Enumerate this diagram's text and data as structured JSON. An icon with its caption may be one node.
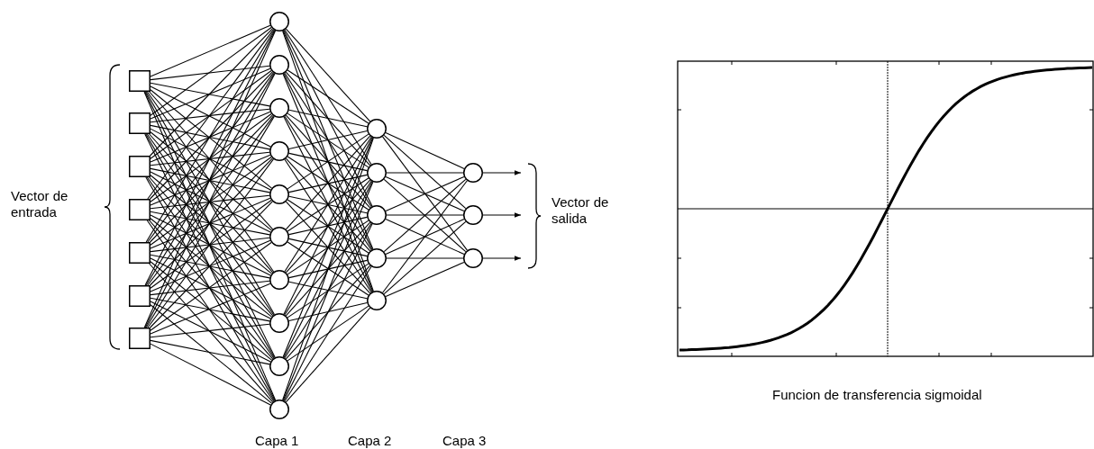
{
  "diagram": {
    "caption": "Funcion de transferencia sigmoidal",
    "nodes": [
      {
        "text": [],
        "shape": "box"
      },
      {
        "text": [],
        "shape": "box"
      },
      {
        "text": [],
        "shape": "box"
      },
      {
        "text": [],
        "shape": "box"
      },
      {
        "text": [],
        "shape": "box"
      },
      {
        "text": [],
        "shape": "box"
      },
      {
        "text": [],
        "shape": "box"
      },
      {
        "text": [],
        "shape": "circle"
      },
      {
        "text": [],
        "shape": "circle"
      },
      {
        "text": [],
        "shape": "circle"
      },
      {
        "text": [],
        "shape": "circle"
      },
      {
        "text": [],
        "shape": "circle"
      },
      {
        "text": [],
        "shape": "circle"
      },
      {
        "text": [],
        "shape": "circle"
      },
      {
        "text": [],
        "shape": "circle"
      },
      {
        "text": [],
        "shape": "circle"
      },
      {
        "text": [],
        "shape": "circle"
      },
      {
        "text": [],
        "shape": "circle"
      },
      {
        "text": [],
        "shape": "circle"
      },
      {
        "text": [],
        "shape": "circle"
      },
      {
        "text": [],
        "shape": "circle"
      },
      {
        "text": [],
        "shape": "circle"
      },
      {
        "text": [],
        "shape": "circle"
      },
      {
        "text": [],
        "shape": "circle"
      },
      {
        "text": [],
        "shape": "circle"
      }
    ],
    "edges": [
      {
        "from": 0,
        "to": 7,
        "arrow": "none"
      },
      {
        "from": 0,
        "to": 8,
        "arrow": "none"
      },
      {
        "from": 0,
        "to": 9,
        "arrow": "none"
      },
      {
        "from": 0,
        "to": 10,
        "arrow": "none"
      },
      {
        "from": 0,
        "to": 11,
        "arrow": "none"
      },
      {
        "from": 0,
        "to": 12,
        "arrow": "none"
      },
      {
        "from": 0,
        "to": 13,
        "arrow": "none"
      },
      {
        "from": 0,
        "to": 14,
        "arrow": "none"
      },
      {
        "from": 0,
        "to": 15,
        "arrow": "none"
      },
      {
        "from": 0,
        "to": 16,
        "arrow": "none"
      },
      {
        "from": 1,
        "to": 7,
        "arrow": "none"
      },
      {
        "from": 1,
        "to": 8,
        "arrow": "none"
      },
      {
        "from": 1,
        "to": 9,
        "arrow": "none"
      },
      {
        "from": 1,
        "to": 10,
        "arrow": "none"
      },
      {
        "from": 1,
        "to": 11,
        "arrow": "none"
      },
      {
        "from": 1,
        "to": 12,
        "arrow": "none"
      },
      {
        "from": 1,
        "to": 13,
        "arrow": "none"
      },
      {
        "from": 1,
        "to": 14,
        "arrow": "none"
      },
      {
        "from": 1,
        "to": 15,
        "arrow": "none"
      },
      {
        "from": 1,
        "to": 16,
        "arrow": "none"
      },
      {
        "from": 2,
        "to": 7,
        "arrow": "none"
      },
      {
        "from": 2,
        "to": 8,
        "arrow": "none"
      },
      {
        "from": 2,
        "to": 9,
        "arrow": "none"
      },
      {
        "from": 2,
        "to": 10,
        "arrow": "none"
      },
      {
        "from": 2,
        "to": 11,
        "arrow": "none"
      },
      {
        "from": 2,
        "to": 12,
        "arrow": "none"
      },
      {
        "from": 2,
        "to": 13,
        "arrow": "none"
      },
      {
        "from": 2,
        "to": 14,
        "arrow": "none"
      },
      {
        "from": 2,
        "to": 15,
        "arrow": "none"
      },
      {
        "from": 2,
        "to": 16,
        "arrow": "none"
      },
      {
        "from": 3,
        "to": 7,
        "arrow": "none"
      },
      {
        "from": 3,
        "to": 8,
        "arrow": "none"
      },
      {
        "from": 3,
        "to": 9,
        "arrow": "none"
      },
      {
        "from": 3,
        "to": 10,
        "arrow": "none"
      },
      {
        "from": 3,
        "to": 11,
        "arrow": "none"
      },
      {
        "from": 3,
        "to": 12,
        "arrow": "none"
      },
      {
        "from": 3,
        "to": 13,
        "arrow": "none"
      },
      {
        "from": 3,
        "to": 14,
        "arrow": "none"
      },
      {
        "from": 3,
        "to": 15,
        "arrow": "none"
      },
      {
        "from": 3,
        "to": 16,
        "arrow": "none"
      },
      {
        "from": 4,
        "to": 7,
        "arrow": "none"
      },
      {
        "from": 4,
        "to": 8,
        "arrow": "none"
      },
      {
        "from": 4,
        "to": 9,
        "arrow": "none"
      },
      {
        "from": 4,
        "to": 10,
        "arrow": "none"
      },
      {
        "from": 4,
        "to": 11,
        "arrow": "none"
      },
      {
        "from": 4,
        "to": 12,
        "arrow": "none"
      },
      {
        "from": 4,
        "to": 13,
        "arrow": "none"
      },
      {
        "from": 4,
        "to": 14,
        "arrow": "none"
      },
      {
        "from": 4,
        "to": 15,
        "arrow": "none"
      },
      {
        "from": 4,
        "to": 16,
        "arrow": "none"
      },
      {
        "from": 5,
        "to": 7,
        "arrow": "none"
      },
      {
        "from": 5,
        "to": 8,
        "arrow": "none"
      },
      {
        "from": 5,
        "to": 9,
        "arrow": "none"
      },
      {
        "from": 5,
        "to": 10,
        "arrow": "none"
      },
      {
        "from": 5,
        "to": 11,
        "arrow": "none"
      },
      {
        "from": 5,
        "to": 12,
        "arrow": "none"
      },
      {
        "from": 5,
        "to": 13,
        "arrow": "none"
      },
      {
        "from": 5,
        "to": 14,
        "arrow": "none"
      },
      {
        "from": 5,
        "to": 15,
        "arrow": "none"
      },
      {
        "from": 5,
        "to": 16,
        "arrow": "none"
      },
      {
        "from": 6,
        "to": 7,
        "arrow": "none"
      },
      {
        "from": 6,
        "to": 8,
        "arrow": "none"
      },
      {
        "from": 6,
        "to": 9,
        "arrow": "none"
      },
      {
        "from": 6,
        "to": 10,
        "arrow": "none"
      },
      {
        "from": 6,
        "to": 11,
        "arrow": "none"
      },
      {
        "from": 6,
        "to": 12,
        "arrow": "none"
      },
      {
        "from": 6,
        "to": 13,
        "arrow": "none"
      },
      {
        "from": 6,
        "to": 14,
        "arrow": "none"
      },
      {
        "from": 6,
        "to": 15,
        "arrow": "none"
      },
      {
        "from": 6,
        "to": 16,
        "arrow": "none"
      },
      {
        "from": 7,
        "to": 17,
        "arrow": "none"
      },
      {
        "from": 7,
        "to": 18,
        "arrow": "none"
      },
      {
        "from": 7,
        "to": 19,
        "arrow": "none"
      },
      {
        "from": 7,
        "to": 20,
        "arrow": "none"
      },
      {
        "from": 7,
        "to": 21,
        "arrow": "none"
      },
      {
        "from": 8,
        "to": 17,
        "arrow": "none"
      },
      {
        "from": 8,
        "to": 18,
        "arrow": "none"
      },
      {
        "from": 8,
        "to": 19,
        "arrow": "none"
      },
      {
        "from": 8,
        "to": 20,
        "arrow": "none"
      },
      {
        "from": 8,
        "to": 21,
        "arrow": "none"
      },
      {
        "from": 9,
        "to": 17,
        "arrow": "none"
      },
      {
        "from": 9,
        "to": 18,
        "arrow": "none"
      },
      {
        "from": 9,
        "to": 19,
        "arrow": "none"
      },
      {
        "from": 9,
        "to": 20,
        "arrow": "none"
      },
      {
        "from": 9,
        "to": 21,
        "arrow": "none"
      },
      {
        "from": 10,
        "to": 17,
        "arrow": "none"
      },
      {
        "from": 10,
        "to": 18,
        "arrow": "none"
      },
      {
        "from": 10,
        "to": 19,
        "arrow": "none"
      },
      {
        "from": 10,
        "to": 20,
        "arrow": "none"
      },
      {
        "from": 10,
        "to": 21,
        "arrow": "none"
      },
      {
        "from": 11,
        "to": 17,
        "arrow": "none"
      },
      {
        "from": 11,
        "to": 18,
        "arrow": "none"
      },
      {
        "from": 11,
        "to": 19,
        "arrow": "none"
      },
      {
        "from": 11,
        "to": 20,
        "arrow": "none"
      },
      {
        "from": 11,
        "to": 21,
        "arrow": "none"
      },
      {
        "from": 12,
        "to": 17,
        "arrow": "none"
      },
      {
        "from": 12,
        "to": 18,
        "arrow": "none"
      },
      {
        "from": 12,
        "to": 19,
        "arrow": "none"
      },
      {
        "from": 12,
        "to": 20,
        "arrow": "none"
      },
      {
        "from": 12,
        "to": 21,
        "arrow": "none"
      },
      {
        "from": 13,
        "to": 17,
        "arrow": "none"
      },
      {
        "from": 13,
        "to": 18,
        "arrow": "none"
      },
      {
        "from": 13,
        "to": 19,
        "arrow": "none"
      },
      {
        "from": 13,
        "to": 20,
        "arrow": "none"
      },
      {
        "from": 13,
        "to": 21,
        "arrow": "none"
      },
      {
        "from": 14,
        "to": 17,
        "arrow": "none"
      },
      {
        "from": 14,
        "to": 18,
        "arrow": "none"
      },
      {
        "from": 14,
        "to": 19,
        "arrow": "none"
      },
      {
        "from": 14,
        "to": 20,
        "arrow": "none"
      },
      {
        "from": 14,
        "to": 21,
        "arrow": "none"
      },
      {
        "from": 15,
        "to": 17,
        "arrow": "none"
      },
      {
        "from": 15,
        "to": 18,
        "arrow": "none"
      },
      {
        "from": 15,
        "to": 19,
        "arrow": "none"
      },
      {
        "from": 15,
        "to": 20,
        "arrow": "none"
      },
      {
        "from": 15,
        "to": 21,
        "arrow": "none"
      },
      {
        "from": 16,
        "to": 17,
        "arrow": "none"
      },
      {
        "from": 16,
        "to": 18,
        "arrow": "none"
      },
      {
        "from": 16,
        "to": 19,
        "arrow": "none"
      },
      {
        "from": 16,
        "to": 20,
        "arrow": "none"
      },
      {
        "from": 16,
        "to": 21,
        "arrow": "none"
      },
      {
        "from": 17,
        "to": 22,
        "arrow": "none"
      },
      {
        "from": 17,
        "to": 23,
        "arrow": "none"
      },
      {
        "from": 17,
        "to": 24,
        "arrow": "none"
      },
      {
        "from": 18,
        "to": 22,
        "arrow": "none"
      },
      {
        "from": 18,
        "to": 23,
        "arrow": "none"
      },
      {
        "from": 18,
        "to": 24,
        "arrow": "none"
      },
      {
        "from": 19,
        "to": 22,
        "arrow": "none"
      },
      {
        "from": 19,
        "to": 23,
        "arrow": "none"
      },
      {
        "from": 19,
        "to": 24,
        "arrow": "none"
      },
      {
        "from": 20,
        "to": 22,
        "arrow": "none"
      },
      {
        "from": 20,
        "to": 23,
        "arrow": "none"
      },
      {
        "from": 20,
        "to": 24,
        "arrow": "none"
      },
      {
        "from": 21,
        "to": 22,
        "arrow": "none"
      },
      {
        "from": 21,
        "to": 23,
        "arrow": "none"
      },
      {
        "from": 21,
        "to": 24,
        "arrow": "none"
      },
      {
        "from": 22,
        "to": null,
        "arrow": "to"
      },
      {
        "from": 23,
        "to": null,
        "arrow": "to"
      },
      {
        "from": 24,
        "to": null,
        "arrow": "to"
      }
    ],
    "labels": [
      "Vector de entrada",
      "Vector de salida",
      "Capa 1",
      "Capa 2",
      "Capa 3"
    ]
  }
}
